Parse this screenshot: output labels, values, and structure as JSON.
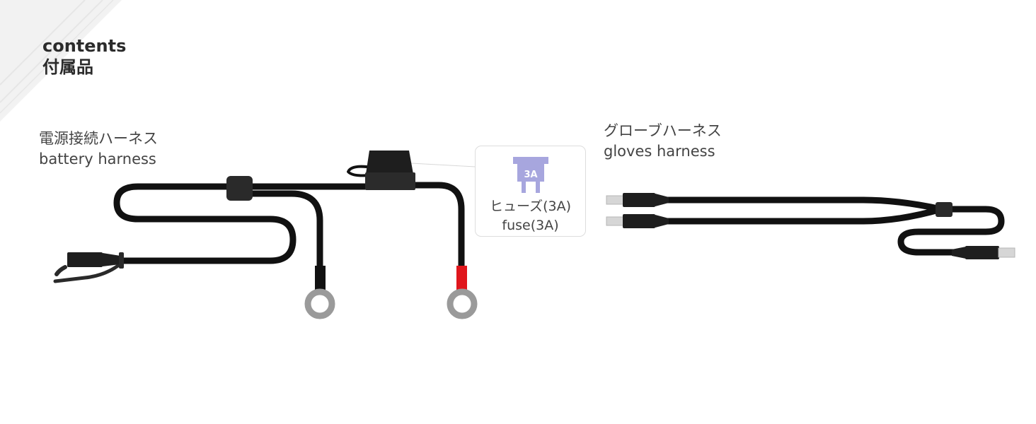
{
  "heading": {
    "line1": "contents",
    "line2": "付属品"
  },
  "battery_harness": {
    "label_ja": "電源接続ハーネス",
    "label_en": "battery harness"
  },
  "gloves_harness": {
    "label_ja": "グローブハーネス",
    "label_en": "gloves harness"
  },
  "fuse": {
    "badge": "3A",
    "label_ja": "ヒューズ(3A)",
    "label_en": "fuse(3A)"
  },
  "colors": {
    "cable": "#111111",
    "connector": "#2a2a2a",
    "ring_terminal": "#9a9a9a",
    "positive_sleeve": "#e0161c",
    "fuse_body": "#a7a6de",
    "usb_metal": "#d6d6d6"
  }
}
